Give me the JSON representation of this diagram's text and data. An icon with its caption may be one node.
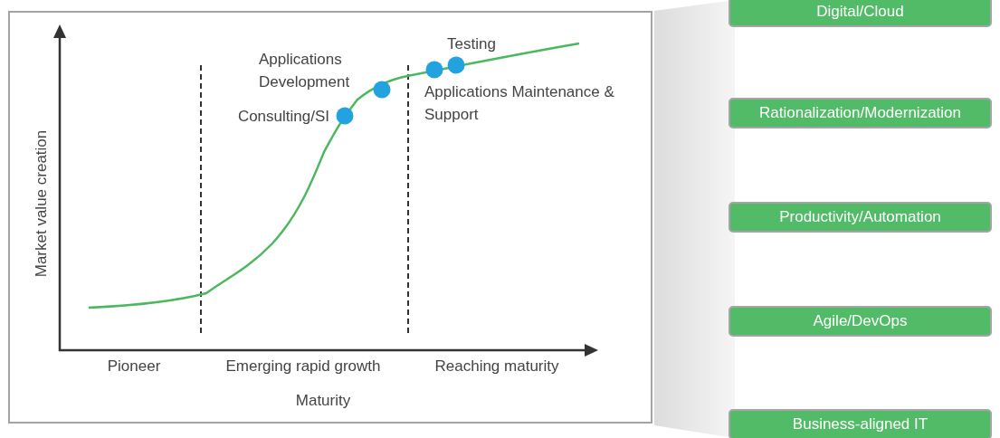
{
  "diagram": {
    "nodes": [
      {
        "text": [
          "Digital/Cloud"
        ]
      },
      {
        "text": [
          "Rationalization/Modernization"
        ]
      },
      {
        "text": [
          "Productivity/Automation"
        ]
      },
      {
        "text": [
          "Agile/DevOps"
        ]
      },
      {
        "text": [
          "Business-aligned IT"
        ]
      }
    ],
    "labels": [
      "Testing",
      "Applications Development",
      "Applications Maintenance & Support",
      "Consulting/SI",
      "Market value creation",
      "Pioneer",
      "Emerging rapid growth",
      "Reaching maturity",
      "Maturity"
    ]
  }
}
